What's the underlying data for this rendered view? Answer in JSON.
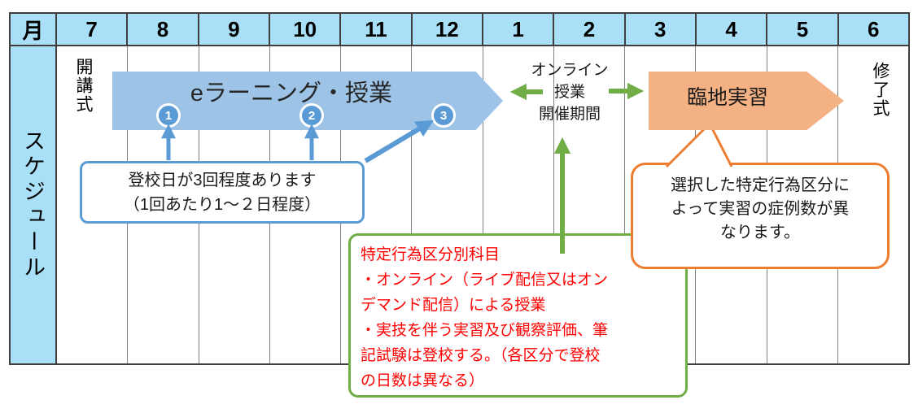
{
  "header": {
    "label": "月",
    "months": [
      "7",
      "8",
      "9",
      "10",
      "11",
      "12",
      "1",
      "2",
      "3",
      "4",
      "5",
      "6"
    ]
  },
  "sidebar": {
    "label": "スケジュール"
  },
  "timeline": {
    "opening_ceremony": "開講式",
    "closing_ceremony": "修了式",
    "elearning": {
      "label": "eラーニング・授業",
      "badges": [
        "1",
        "2",
        "3"
      ]
    },
    "online_period": {
      "lines": [
        "オンライン",
        "授業",
        "開催期間"
      ]
    },
    "practicum": {
      "label": "臨地実習"
    }
  },
  "callouts": {
    "attendance": {
      "lines": [
        "登校日が3回程度あります",
        "（1回あたり1～２日程度）"
      ]
    },
    "subjects": {
      "lines": [
        "特定行為区分別科目",
        "・オンライン（ライブ配信又はオン",
        "デマンド配信）による授業",
        "・実技を伴う実習及び観察評価、筆",
        "記試験は登校する。（各区分で登校",
        "の日数は異なる）"
      ]
    },
    "cases": {
      "lines": [
        "選択した特定行為区分に",
        "よって実習の症例数が異",
        "なります。"
      ]
    }
  },
  "colors": {
    "header_fill": "#a9e0f8",
    "grid_line": "#808080",
    "frame": "#3f3f3f",
    "elearning_fill": "#9dc3e6",
    "accent_blue": "#5b9bd5",
    "accent_green": "#70ad47",
    "practicum_fill": "#f4b183",
    "accent_orange": "#ed7d31",
    "warning_text": "#ff0000"
  }
}
